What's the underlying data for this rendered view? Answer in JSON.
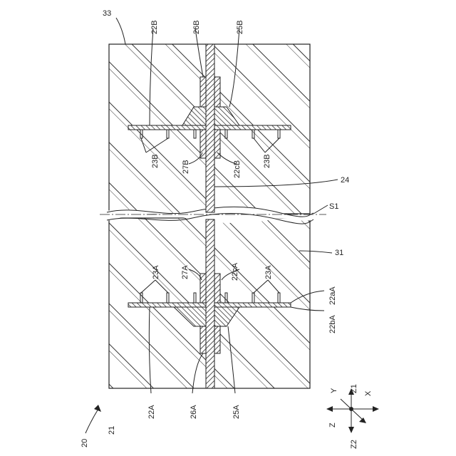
{
  "labels": {
    "l33": "33",
    "l22B": "22B",
    "l26B": "26B",
    "l25B": "25B",
    "l23B_left": "23B",
    "l27B": "27B",
    "l22cB": "22cB",
    "l23B_right": "23B",
    "l24": "24",
    "lS1": "S1",
    "l31": "31",
    "l23A_left": "23A",
    "l27A": "27A",
    "l22cA": "22cA",
    "l23A_right": "23A",
    "l22aA": "22aA",
    "l22bA": "22bA",
    "l22A": "22A",
    "l26A": "26A",
    "l25A": "25A",
    "l20": "20",
    "l21": "21"
  },
  "axes": {
    "z1": "Z1",
    "y": "Y",
    "x": "X",
    "z": "Z",
    "z2": "Z2"
  }
}
